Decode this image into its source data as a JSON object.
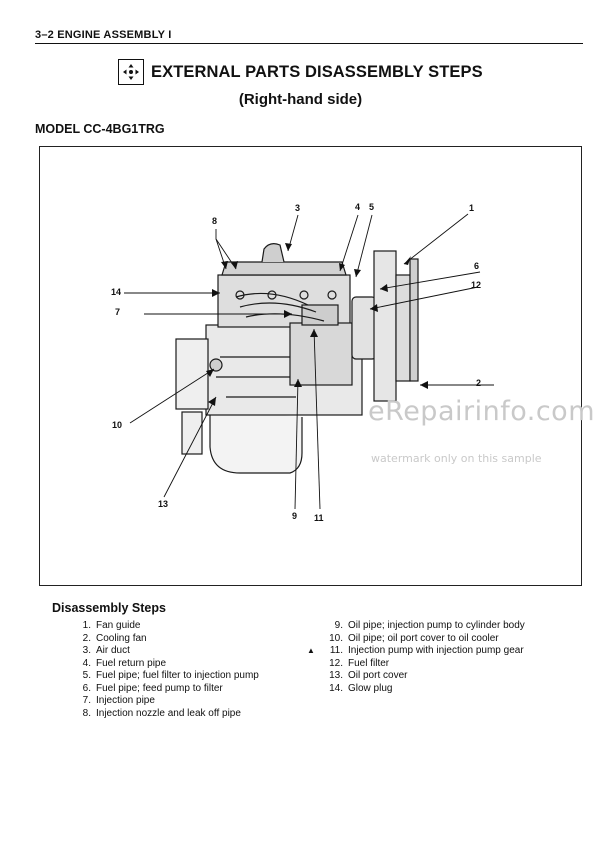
{
  "header": {
    "section": "3–2  ENGINE ASSEMBLY  I"
  },
  "title": {
    "main": "EXTERNAL PARTS DISASSEMBLY STEPS",
    "sub": "(Right-hand side)",
    "icon": "disassembly-arrows-icon"
  },
  "model": "MODEL CC-4BG1TRG",
  "figure": {
    "callouts": [
      "1",
      "2",
      "3",
      "4",
      "5",
      "6",
      "7",
      "8",
      "9",
      "10",
      "11",
      "12",
      "13",
      "14"
    ],
    "watermark": "eRepairinfo.com",
    "watermark_note": "watermark only on this sample"
  },
  "steps": {
    "heading": "Disassembly Steps",
    "items": [
      {
        "num": "1.",
        "text": "Fan guide"
      },
      {
        "num": "2.",
        "text": "Cooling fan"
      },
      {
        "num": "3.",
        "text": "Air duct"
      },
      {
        "num": "4.",
        "text": "Fuel return pipe"
      },
      {
        "num": "5.",
        "text": "Fuel pipe; fuel filter to injection pump"
      },
      {
        "num": "6.",
        "text": "Fuel pipe; feed pump to filter"
      },
      {
        "num": "7.",
        "text": "Injection pipe"
      },
      {
        "num": "8.",
        "text": "Injection nozzle and leak off pipe"
      },
      {
        "num": "9.",
        "text": "Oil pipe; injection pump to cylinder body"
      },
      {
        "num": "10.",
        "text": "Oil pipe; oil port cover to oil cooler"
      },
      {
        "num": "11.",
        "text": "Injection pump with injection pump gear",
        "mark": "▲"
      },
      {
        "num": "12.",
        "text": "Fuel filter"
      },
      {
        "num": "13.",
        "text": "Oil port cover"
      },
      {
        "num": "14.",
        "text": "Glow plug"
      }
    ]
  }
}
